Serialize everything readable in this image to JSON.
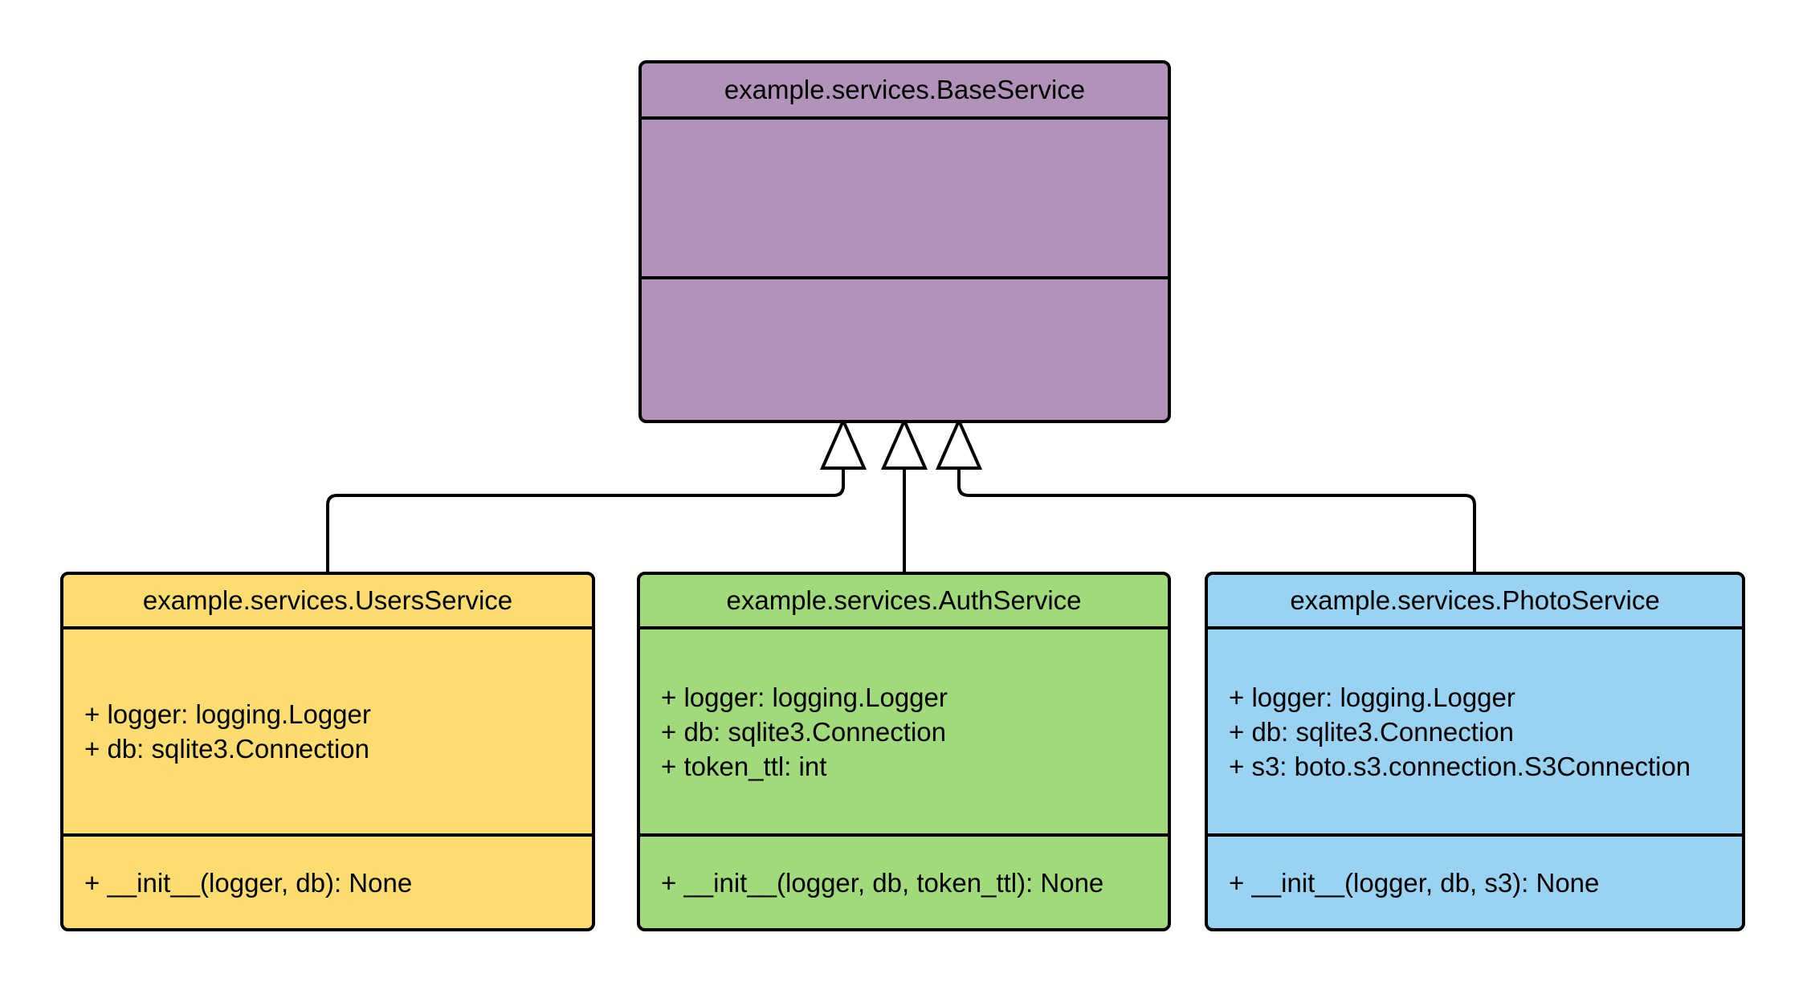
{
  "diagram": {
    "kind": "uml-class-diagram",
    "background_color": "#ffffff",
    "line_color": "#000000"
  },
  "classes": [
    {
      "name": "example.services.BaseService",
      "fill": "#b192b8",
      "attributes": [],
      "methods": []
    },
    {
      "name": "example.services.UsersService",
      "fill": "#fedd70",
      "attributes": [
        "+ logger: logging.Logger",
        "+ db: sqlite3.Connection"
      ],
      "methods": [
        "+ __init__(logger, db): None"
      ]
    },
    {
      "name": "example.services.AuthService",
      "fill": "#a1da7a",
      "attributes": [
        "+ logger: logging.Logger",
        "+ db: sqlite3.Connection",
        "+ token_ttl: int"
      ],
      "methods": [
        "+ __init__(logger, db, token_ttl): None"
      ]
    },
    {
      "name": "example.services.PhotoService",
      "fill": "#9ad2f2",
      "attributes": [
        "+ logger: logging.Logger",
        "+ db: sqlite3.Connection",
        "+ s3: boto.s3.connection.S3Connection"
      ],
      "methods": [
        "+ __init__(logger, db, s3): None"
      ]
    }
  ],
  "relationships": [
    {
      "type": "inheritance",
      "child": "example.services.UsersService",
      "parent": "example.services.BaseService"
    },
    {
      "type": "inheritance",
      "child": "example.services.AuthService",
      "parent": "example.services.BaseService"
    },
    {
      "type": "inheritance",
      "child": "example.services.PhotoService",
      "parent": "example.services.BaseService"
    }
  ]
}
